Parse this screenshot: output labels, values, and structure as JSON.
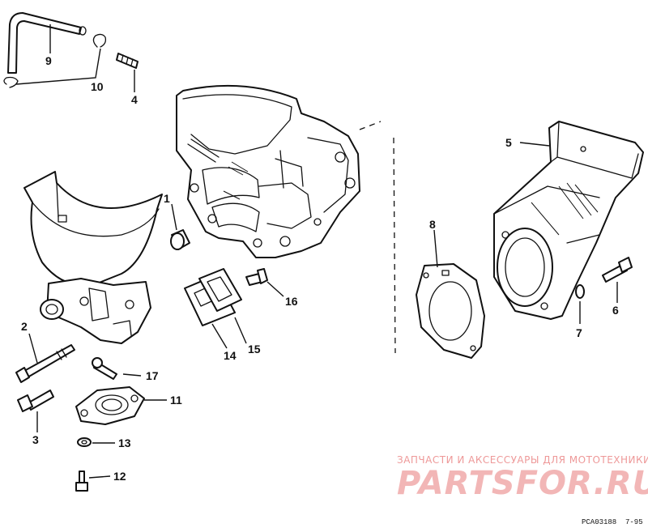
{
  "callouts": [
    {
      "number": "1"
    },
    {
      "number": "2"
    },
    {
      "number": "3"
    },
    {
      "number": "4"
    },
    {
      "number": "5"
    },
    {
      "number": "6"
    },
    {
      "number": "7"
    },
    {
      "number": "8"
    },
    {
      "number": "9"
    },
    {
      "number": "10"
    },
    {
      "number": "11"
    },
    {
      "number": "12"
    },
    {
      "number": "13"
    },
    {
      "number": "14"
    },
    {
      "number": "15"
    },
    {
      "number": "16"
    },
    {
      "number": "17"
    }
  ],
  "watermark": {
    "tagline": "ЗАПЧАСТИ И АКСЕССУАРЫ ДЛЯ МОТОТЕХНИКИ",
    "brand": "PARTSFOR.RU"
  },
  "footer": {
    "drawing_code": "PCA03188",
    "page_ref": "7-95"
  },
  "colors": {
    "line": "#111111",
    "watermark": "#f2b6b6"
  }
}
